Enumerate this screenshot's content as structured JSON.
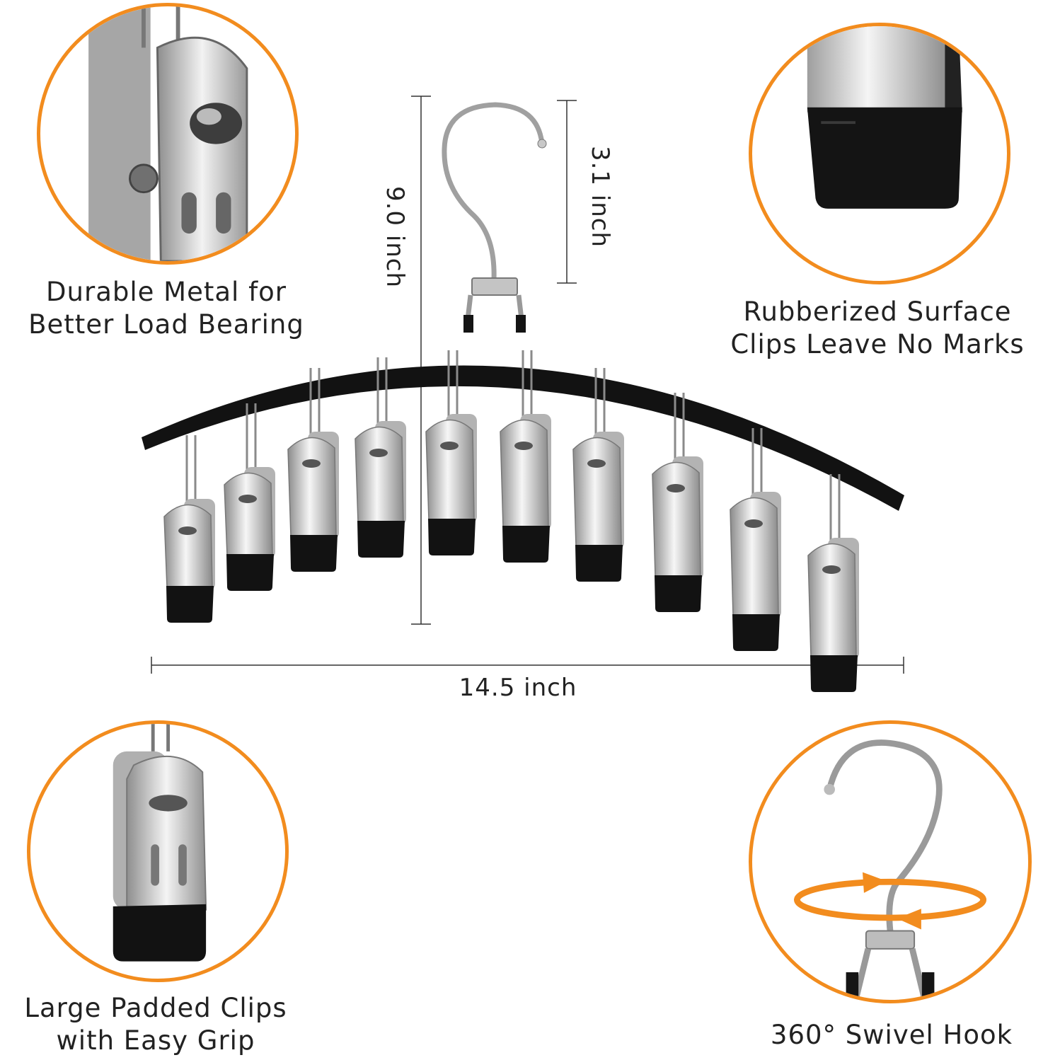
{
  "features": [
    {
      "id": "metal",
      "line1": "Durable Metal for",
      "line2": "Better Load Bearing"
    },
    {
      "id": "rubber",
      "line1": "Rubberized Surface",
      "line2": "Clips Leave No Marks"
    },
    {
      "id": "padded",
      "line1": "Large Padded Clips",
      "line2": "with Easy Grip"
    },
    {
      "id": "swivel",
      "line1": "360° Swivel Hook"
    }
  ],
  "dimensions": {
    "height": "9.0 inch",
    "hook": "3.1 inch",
    "width": "14.5 inch"
  },
  "product": {
    "clip_count": 10
  },
  "colors": {
    "accent": "#f28c1e",
    "frame": "#111111",
    "metal": "#c9c9c9",
    "text": "#222222"
  },
  "icons": [
    "clip-closeup-icon",
    "rubber-tip-icon",
    "padded-clip-icon",
    "swivel-hook-icon",
    "rotation-arrows-icon"
  ]
}
